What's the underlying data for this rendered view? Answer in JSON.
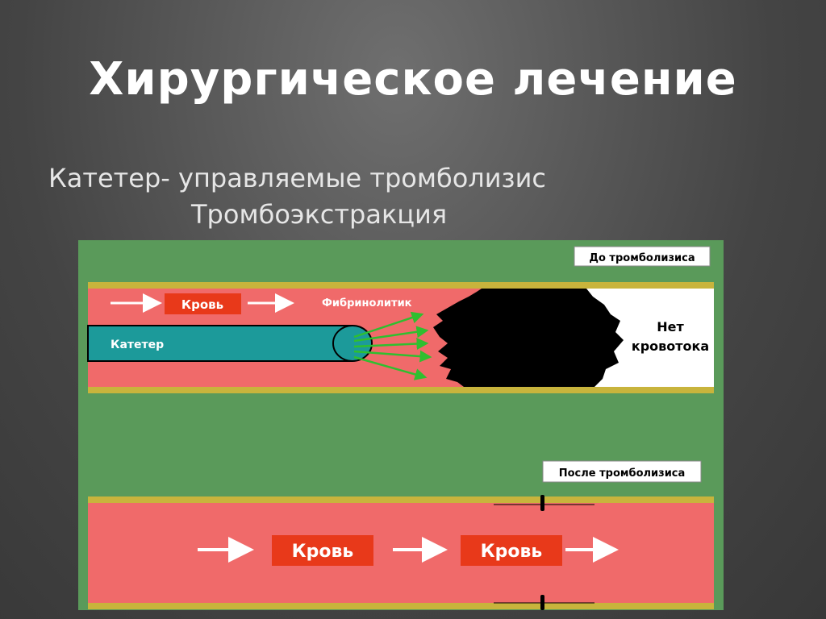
{
  "slide": {
    "title": "Хирургическое лечение",
    "subtitle_line1": "Катетер- управляемые тромболизис",
    "subtitle_line2": "Тромбоэкстракция"
  },
  "diagram": {
    "before_label": "До тромболизиса",
    "blood_label": "Кровь",
    "fibrinolytic_label": "Фибринолитик",
    "catheter_label": "Катетер",
    "no_flow_line1": "Нет",
    "no_flow_line2": "кровотока",
    "after_label": "После тромболизиса",
    "blood_label_after_1": "Кровь",
    "blood_label_after_2": "Кровь",
    "colors": {
      "background": "#5a9a5a",
      "vessel_wall": "#c8b43c",
      "blood": "#f06a6a",
      "label_red": "#e8391a",
      "catheter": "#1c9a9a",
      "thrombus": "#000000",
      "arrow_green": "#2fbf2f"
    }
  }
}
